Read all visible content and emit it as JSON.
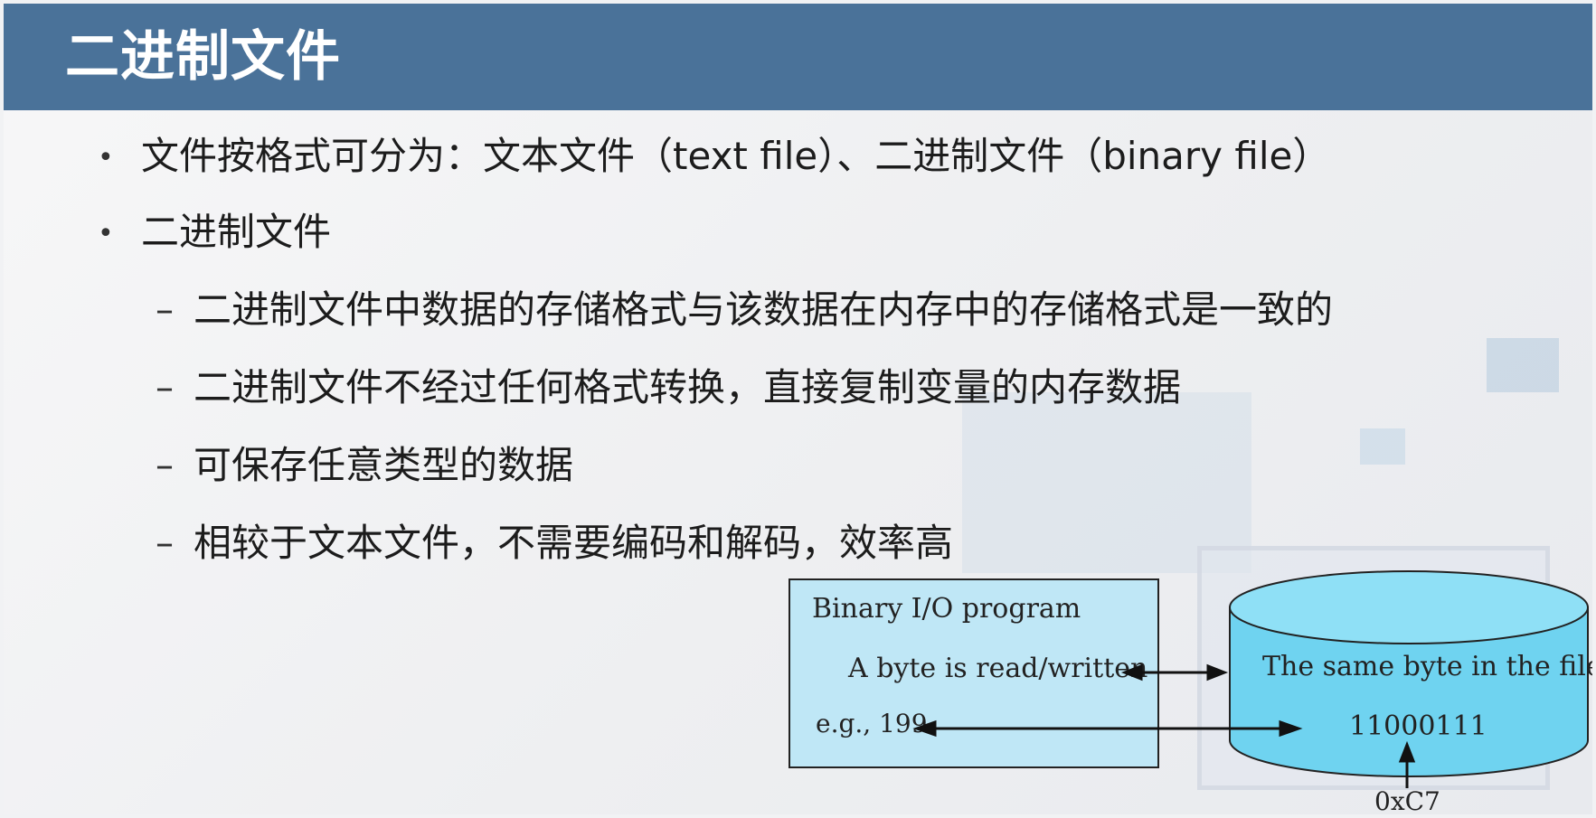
{
  "slide": {
    "title": "二进制文件",
    "bullets": [
      "文件按格式可分为：文本文件（text file）、二进制文件（binary file）",
      "二进制文件"
    ],
    "sub_bullets": [
      "二进制文件中数据的存储格式与该数据在内存中的存储格式是一致的",
      "二进制文件不经过任何格式转换，直接复制变量的内存数据",
      "可保存任意类型的数据",
      "相较于文本文件，不需要编码和解码，效率高"
    ],
    "bullet_symbol": "•",
    "dash_symbol": "–"
  },
  "diagram": {
    "program_title": "Binary I/O program",
    "program_line": "A byte is read/written",
    "program_example": "e.g., 199",
    "file_line": "The same byte in the file",
    "file_bits": "11000111",
    "hex_label": "0xC7"
  },
  "colors": {
    "header": "#4a7299",
    "box_fill": "#bfe7f6",
    "cylinder_fill": "#6fd3f0"
  }
}
